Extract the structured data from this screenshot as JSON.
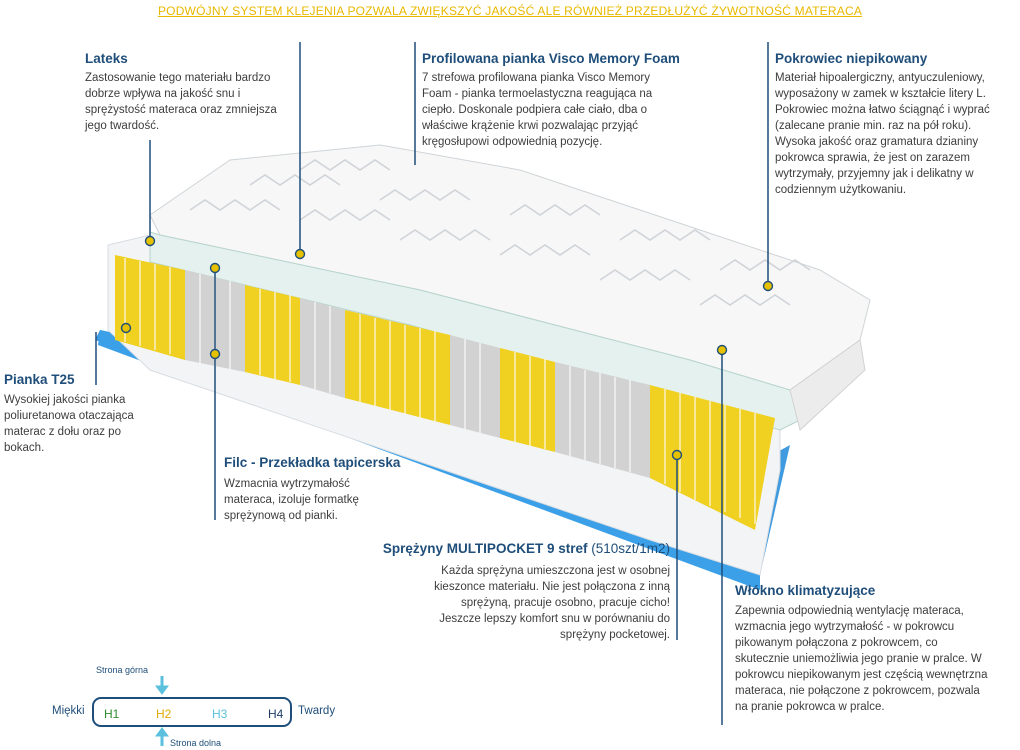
{
  "banner": "PODWÓJNY SYSTEM KLEJENIA POZWALA ZWIĘKSZYĆ JAKOŚĆ ALE RÓWNIEŻ PRZEDŁUŻYĆ ŻYWOTNOŚĆ MATERACA",
  "lateks": {
    "title": "Lateks",
    "lines": [
      "Zastosowanie tego materiału bardzo",
      "dobrze  wpływa na jakość snu i",
      "sprężystość materaca oraz zmniejsza",
      "jego twardość."
    ]
  },
  "visco": {
    "title": "Profilowana pianka Visco Memory Foam",
    "lines": [
      "7 strefowa profilowana pianka Visco Memory",
      "Foam - pianka termoelastyczna reagująca na",
      "ciepło.  Doskonale podpiera całe ciało, dba o",
      "właściwe  krążenie  krwi  pozwalając  przyjąć",
      "kręgosłupowi odpowiednią pozycję."
    ]
  },
  "pokrowiec": {
    "title": "Pokrowiec  niepikowany",
    "lines": [
      "Materiał hipoalergiczny, antyuczuleniowy,",
      "wyposażony w zamek w kształcie litery L.",
      "Pokrowiec można łatwo ściągnąć i wyprać",
      "(zalecane pranie min.  raz na pół roku).",
      "Wysoka jakość oraz gramatura dzianiny",
      "pokrowca sprawia, że jest on zarazem",
      "wytrzymały, przyjemny jak i delikatny w",
      "codziennym użytkowaniu."
    ]
  },
  "pianka": {
    "title": "Pianka T25",
    "lines": [
      "Wysokiej jakości pianka",
      "poliuretanowa otaczająca",
      "materac z dołu oraz po",
      "bokach."
    ]
  },
  "filc": {
    "title": "Filc - Przekładka tapicerska",
    "lines": [
      "Wzmacnia wytrzymałość",
      "materaca, izoluje formatkę",
      "sprężynową od pianki."
    ]
  },
  "sprezyny": {
    "title_bold": "Sprężyny MULTIPOCKET 9 stref",
    "title_extra": " (510szt/1m2)",
    "lines": [
      "Każda sprężyna umieszczona jest w osobnej",
      "kieszonce materiału. Nie jest połączona z inną",
      "sprężyną, pracuje osobno, pracuje cicho!",
      "Jeszcze lepszy komfort snu w porównaniu do",
      "sprężyny pocketowej."
    ]
  },
  "wlokno": {
    "title": "Włókno klimatyzujące",
    "lines": [
      "Zapewnia odpowiednią wentylację materaca,",
      "wzmacnia jego wytrzymałość - w pokrowcu",
      "pikowanym połączona z pokrowcem, co",
      "skutecznie uniemożliwia jego pranie w pralce. W",
      "pokrowcu niepikowanym jest częścią wewnętrzna",
      "materaca, nie połączone z pokrowcem, pozwala",
      "na pranie pokrowca w pralce."
    ]
  },
  "hardness": {
    "top_label": "Strona górna",
    "bottom_label": "Strona dolna",
    "left_label": "Miękki",
    "right_label": "Twardy",
    "levels": [
      "H1",
      "H2",
      "H3",
      "H4"
    ],
    "colors": [
      "#2e8b2e",
      "#e0a800",
      "#5bc0de",
      "#1f3f66"
    ]
  },
  "colors": {
    "accent": "#1f4e7a",
    "marker": "#e5c100",
    "yellow_spring": "#f0d020",
    "grey_spring": "#cfcfcf",
    "blue_foam": "#2a8fdc"
  }
}
